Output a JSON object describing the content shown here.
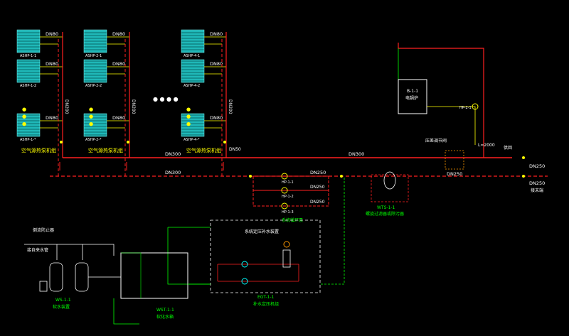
{
  "labels": {
    "ashp_1_1": "ASHP-1-1",
    "ashp_1_2": "ASHP-1-2",
    "ashp_1_n": "ASHP-1-*",
    "ashp_2_1": "ASHP-2-1",
    "ashp_2_2": "ASHP-2-2",
    "ashp_2_n": "ASHP-2-*",
    "ashp_4_1": "ASHP-4-1",
    "ashp_4_2": "ASHP-4-2",
    "ashp_4_n": "ASHP-4-*",
    "group_label": "空气源热泵机组",
    "dn80": "DN80",
    "dn200": "DN200",
    "dn300": "DN300",
    "dn250": "DN250",
    "dn50": "DN50",
    "dots": "● ● ●",
    "hdots": "● ● ● ●",
    "boiler_tag": "B-1-1",
    "boiler_name": "电锅炉",
    "hp_tag": "HP-2-1",
    "pressure_valve": "压差调节阀",
    "kL2000": "L=2000",
    "supply": "供回",
    "return_note": "接末端",
    "filter_tag": "WTS-1-1",
    "filter_name": "螺旋过滤器或除污器",
    "pump_group": "系统循环泵",
    "pump_tags": [
      "HP-1-1",
      "HP-1-2",
      "HP-1-3"
    ],
    "softener_tag": "WS-1-1",
    "softener_name": "软水装置",
    "tank_tag": "WST-1-1",
    "tank_name": "软化水箱",
    "makeup_tag": "EGT-1-1",
    "makeup_name": "补水定压机组",
    "makeup_box_title": "系统定压补水装置",
    "backflow": "倒流防止器",
    "tap_water": "接自来水管"
  },
  "colors": {
    "red": "#ff2020",
    "green": "#00ff00",
    "yellow": "#ffff00",
    "white": "#ffffff",
    "cyan": "#1fd0d0",
    "orange": "#ff9900"
  }
}
